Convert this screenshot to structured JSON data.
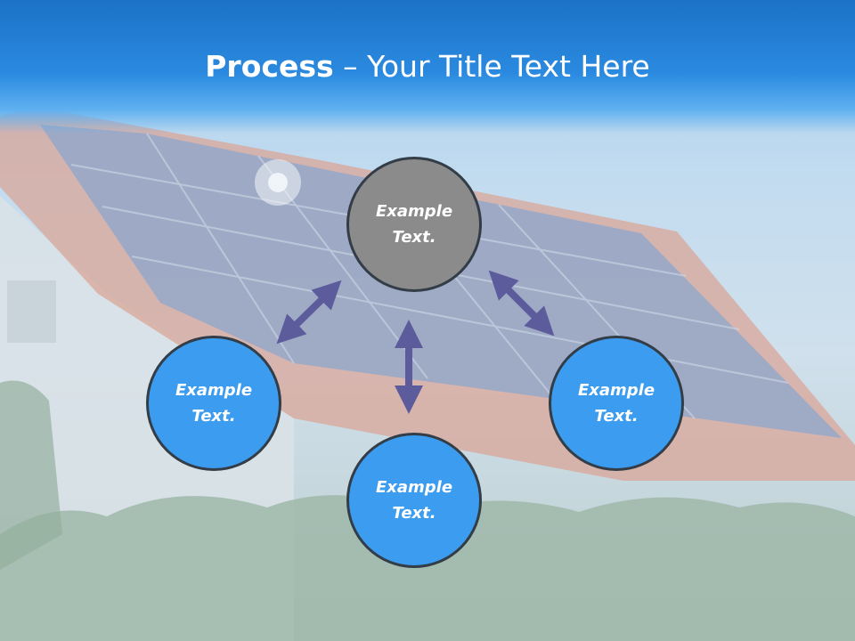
{
  "title": {
    "bold": "Process",
    "rest": " – Your Title Text Here"
  },
  "nodes": [
    {
      "id": "top",
      "text": "Example Text.",
      "color": "#8b8b8b"
    },
    {
      "id": "left",
      "text": "Example Text.",
      "color": "#3b9cf0"
    },
    {
      "id": "bottom",
      "text": "Example Text.",
      "color": "#3b9cf0"
    },
    {
      "id": "right",
      "text": "Example Text.",
      "color": "#3b9cf0"
    }
  ],
  "colors": {
    "header": "#2a8ae0",
    "arrow": "#5c5c9c",
    "node_border": "#333d47"
  }
}
